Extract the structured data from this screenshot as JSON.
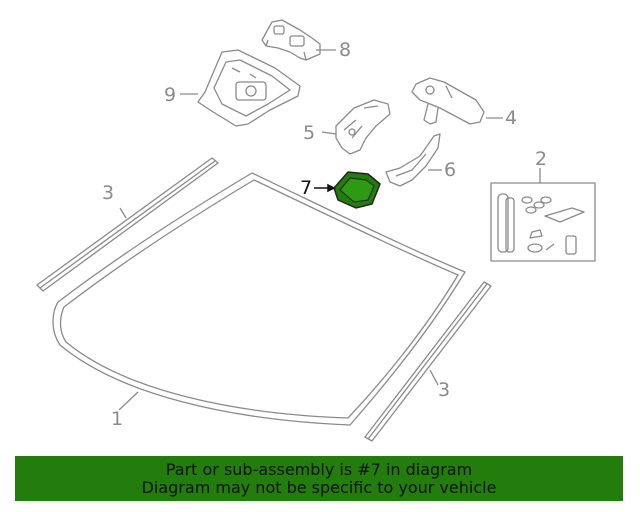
{
  "callouts": [
    "1",
    "2",
    "3",
    "3",
    "4",
    "5",
    "6",
    "7",
    "8",
    "9"
  ],
  "highlight_color": "#237d0c",
  "banner": {
    "line1": "Part or sub-assembly is #7 in diagram",
    "line2": "Diagram may not be specific to your vehicle"
  }
}
